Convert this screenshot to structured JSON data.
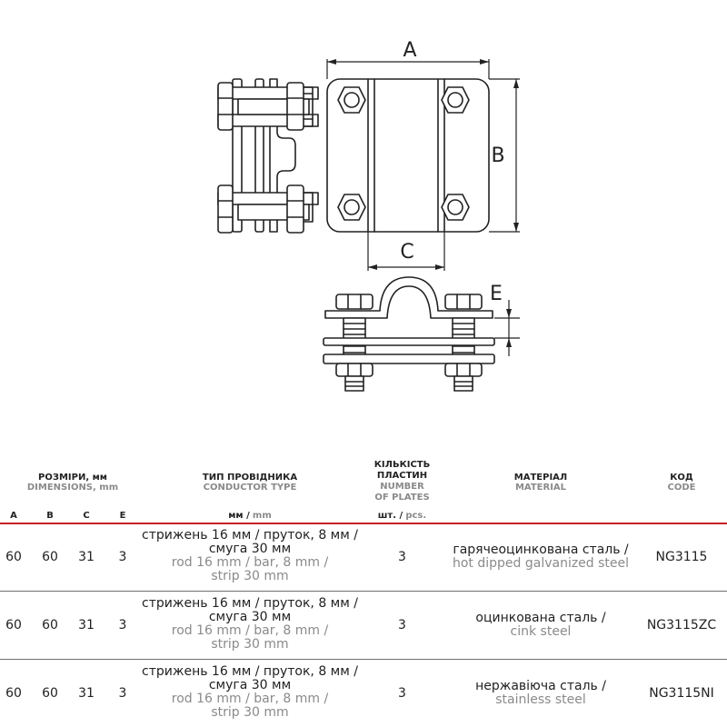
{
  "dimension_labels": {
    "a": "A",
    "b": "B",
    "c": "C",
    "e": "E"
  },
  "table": {
    "headers": {
      "dimensions_uk": "РОЗМІРИ, мм",
      "dimensions_en": "DIMENSIONS, mm",
      "conductor_uk": "ТИП ПРОВІДНИКА",
      "conductor_en": "CONDUCTOR TYPE",
      "plates_uk_1": "КІЛЬКІСТЬ",
      "plates_uk_2": "ПЛАСТИН",
      "plates_en_1": "NUMBER",
      "plates_en_2": "OF PLATES",
      "material_uk": "МАТЕРІАЛ",
      "material_en": "MATERIAL",
      "code_uk": "КОД",
      "code_en": "CODE"
    },
    "subheaders": {
      "a": "A",
      "b": "B",
      "c": "C",
      "e": "E",
      "mm_uk": "мм /",
      "mm_en": "mm",
      "pcs_uk": "шт. /",
      "pcs_en": "pcs."
    },
    "rows": [
      {
        "a": "60",
        "b": "60",
        "c": "31",
        "e": "3",
        "conductor_uk_1": "стрижень 16 мм / пруток, 8 мм /",
        "conductor_uk_2": "смуга 30 мм",
        "conductor_en_1": "rod 16 mm / bar, 8 mm /",
        "conductor_en_2": "strip 30 mm",
        "plates": "3",
        "material_uk": "гарячеоцинкована сталь /",
        "material_en": "hot dipped galvanized steel",
        "code": "NG3115"
      },
      {
        "a": "60",
        "b": "60",
        "c": "31",
        "e": "3",
        "conductor_uk_1": "стрижень 16 мм / пруток, 8 мм /",
        "conductor_uk_2": "смуга 30 мм",
        "conductor_en_1": "rod 16 mm / bar, 8 mm /",
        "conductor_en_2": "strip 30 mm",
        "plates": "3",
        "material_uk": "оцинкована сталь /",
        "material_en": "cink steel",
        "code": "NG3115ZC"
      },
      {
        "a": "60",
        "b": "60",
        "c": "31",
        "e": "3",
        "conductor_uk_1": "стрижень 16 мм / пруток, 8 мм /",
        "conductor_uk_2": "смуга 30 мм",
        "conductor_en_1": "rod 16 mm / bar, 8 mm /",
        "conductor_en_2": "strip 30 mm",
        "plates": "3",
        "material_uk": "нержавіюча сталь /",
        "material_en": "stainless steel",
        "code": "NG3115NI"
      }
    ]
  },
  "colors": {
    "accent_rule": "#c81e28",
    "row_rule": "#6f6f6f",
    "secondary_text": "#8a8a8a",
    "line_art": "#222222"
  }
}
